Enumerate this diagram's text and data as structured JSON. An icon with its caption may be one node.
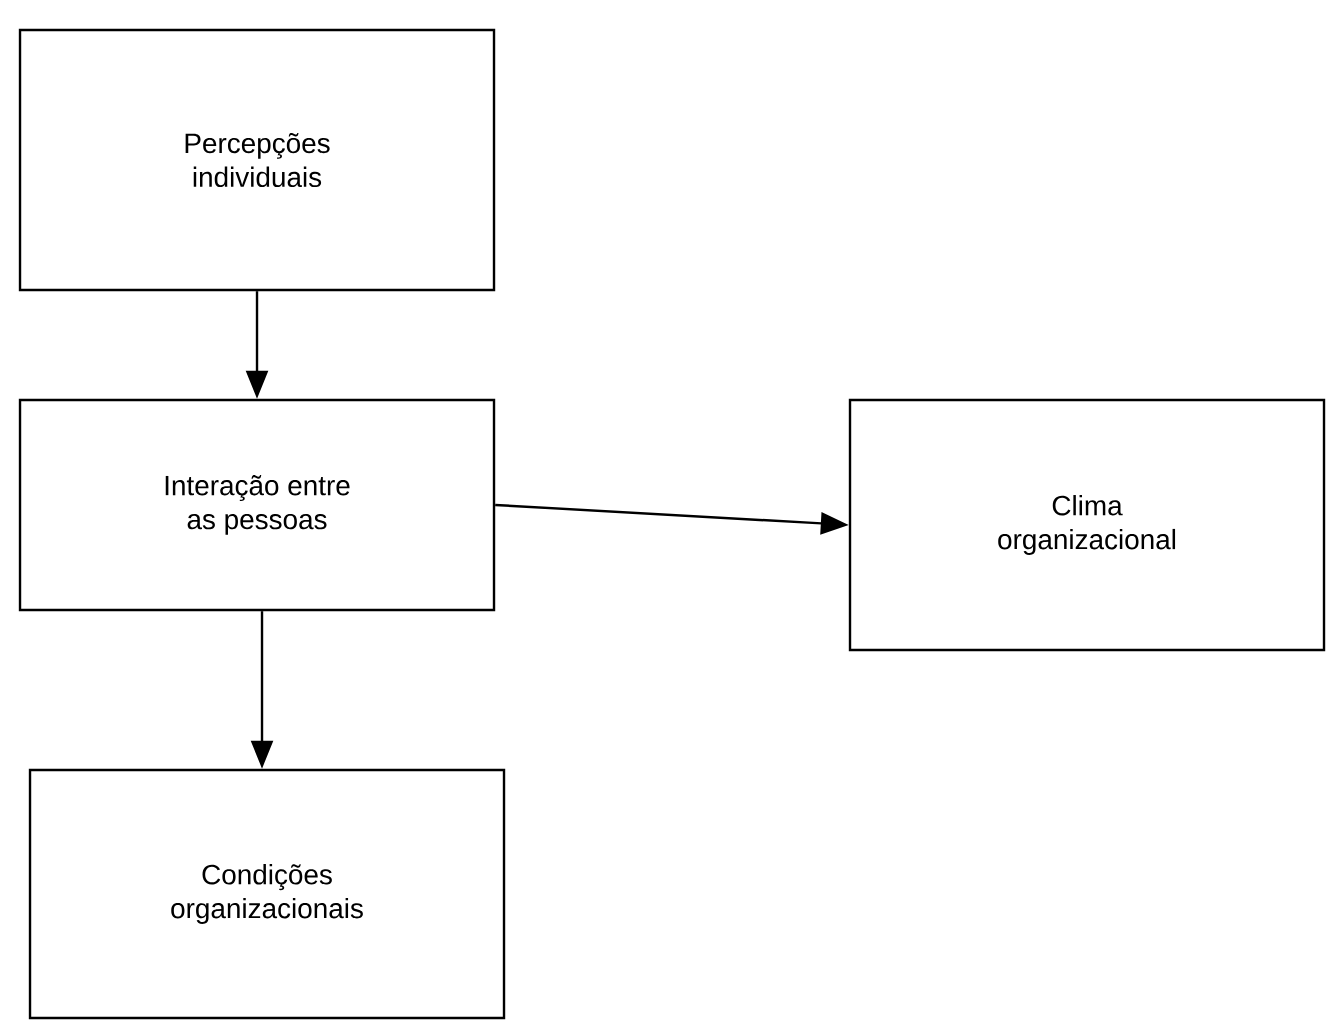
{
  "diagram": {
    "nodes": [
      {
        "text": [
          "Percepções individuais"
        ]
      },
      {
        "text": [
          "Interação entre as pessoas"
        ]
      },
      {
        "text": [
          "Clima organizacional"
        ]
      },
      {
        "text": [
          "Condições organizacionais"
        ]
      }
    ],
    "edges": [
      {
        "from": 0,
        "to": 1,
        "arrow": "to"
      },
      {
        "from": 1,
        "to": 2,
        "arrow": "to"
      },
      {
        "from": 1,
        "to": 3,
        "arrow": "to"
      }
    ]
  }
}
